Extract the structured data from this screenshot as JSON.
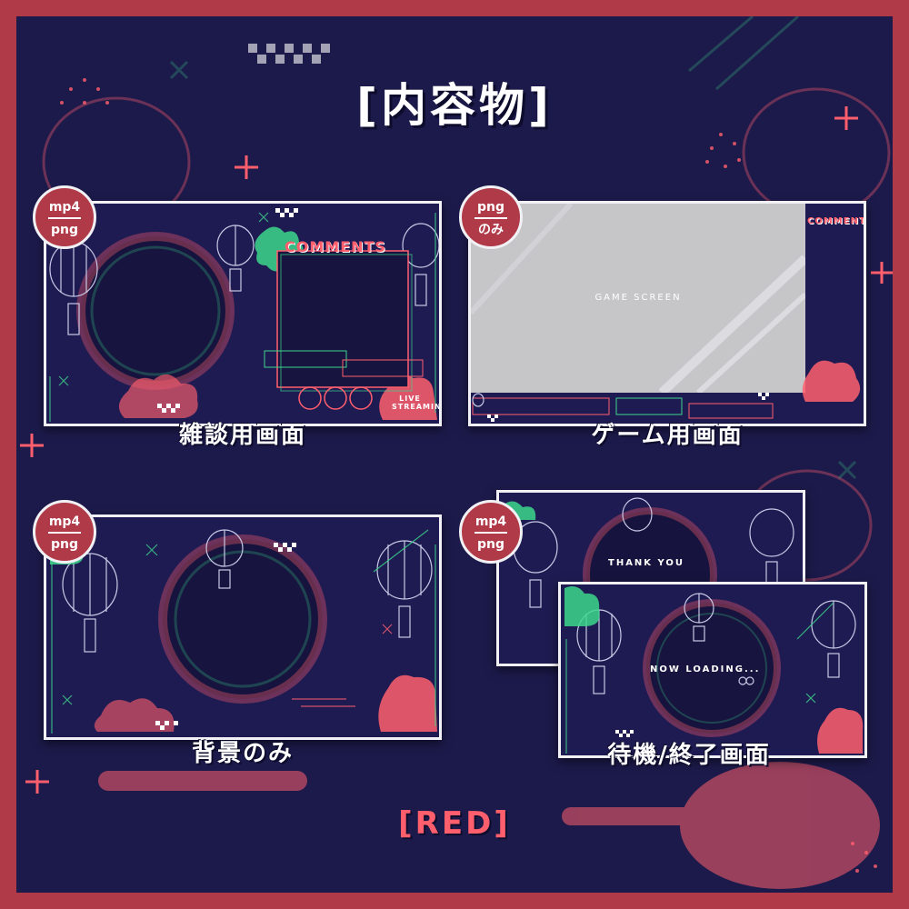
{
  "title": "[内容物]",
  "footer": "[RED]",
  "colors": {
    "frame_border": "#b03a48",
    "background": "#1c1a4a",
    "accent_red": "#ff5f6d",
    "accent_green": "#3dd68c",
    "card_border": "#f1f1f5"
  },
  "cards": {
    "chat": {
      "caption": "雑談用画面",
      "badge_line1": "mp4",
      "badge_line2": "png",
      "comments_label": "COMMENTS",
      "live_label": "LIVE STREAMING"
    },
    "game": {
      "caption": "ゲーム用画面",
      "badge_line1": "png",
      "badge_line2": "のみ",
      "screen_label": "GAME SCREEN",
      "comments_label": "COMMENTS"
    },
    "background": {
      "caption": "背景のみ",
      "badge_line1": "mp4",
      "badge_line2": "png"
    },
    "standby": {
      "caption": "待機/終了画面",
      "badge_line1": "mp4",
      "badge_line2": "png",
      "back_text": "THANK YOU",
      "front_text": "NOW LOADING..."
    }
  },
  "icons": [
    "lantern-icon",
    "cloud-icon",
    "sparkle-icon",
    "cross-icon"
  ]
}
